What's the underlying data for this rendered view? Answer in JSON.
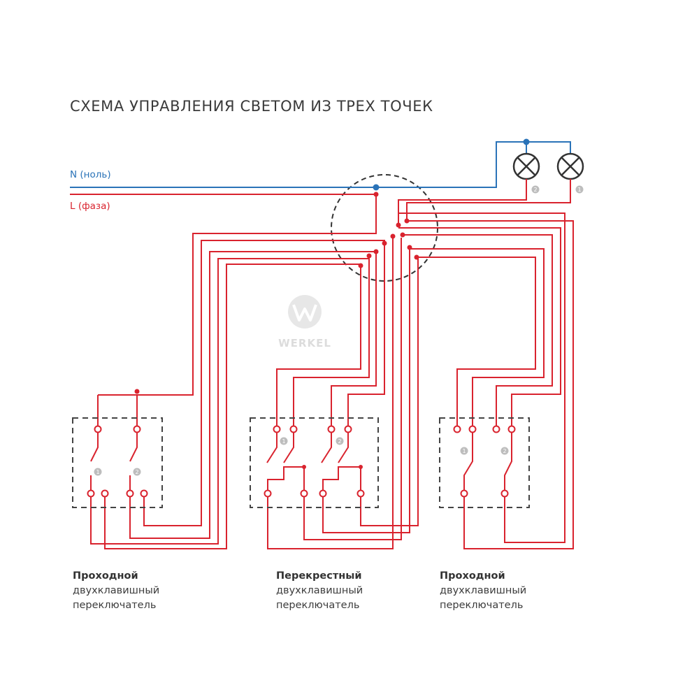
{
  "title": "СХЕМА УПРАВЛЕНИЯ СВЕТОМ ИЗ ТРЕХ ТОЧЕК",
  "lines": {
    "neutral_label": "N (ноль)",
    "phase_label": "L (фаза)"
  },
  "lamps": {
    "lamp_left_number": "2",
    "lamp_right_number": "1"
  },
  "switches": [
    {
      "name": "Проходной",
      "line2": "двухклавишный",
      "line3": "переключатель",
      "key1": "1",
      "key2": "2"
    },
    {
      "name": "Перекрестный",
      "line2": "двухклавишный",
      "line3": "переключатель",
      "key1": "1",
      "key2": "2"
    },
    {
      "name": "Проходной",
      "line2": "двухклавишный",
      "line3": "переключатель",
      "key1": "1",
      "key2": "2"
    }
  ],
  "watermark": "WERKEL",
  "colors": {
    "phase": "#d9232e",
    "neutral": "#2a73b8",
    "frame": "#444444",
    "dashed": "#333333",
    "text": "#3a3a3a",
    "watermark": "#c9c9c9"
  }
}
